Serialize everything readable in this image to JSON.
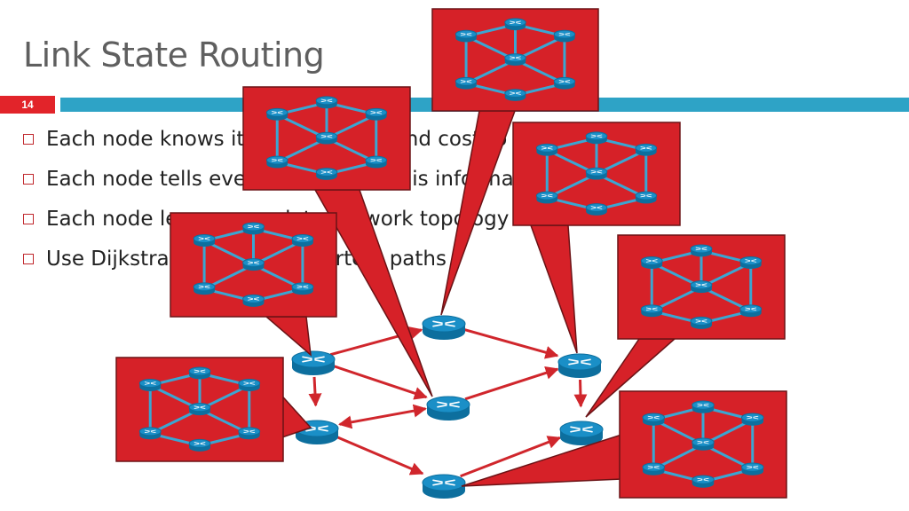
{
  "slide": {
    "title": "Link State Routing",
    "number": "14"
  },
  "bullets": [
    "Each node knows its connectivity and cost to its neighbors",
    "Each node tells every other node this information",
    "Each node learns complete network topology",
    "Use Dijkstra to compute shortest paths"
  ],
  "colors": {
    "accent_red": "#e2242a",
    "accent_blue": "#2ea3c6",
    "callout_fill": "#d62128",
    "arrow": "#d0262c",
    "router_blue": "#1a8fc7"
  },
  "icons": {
    "router": "router-icon"
  }
}
